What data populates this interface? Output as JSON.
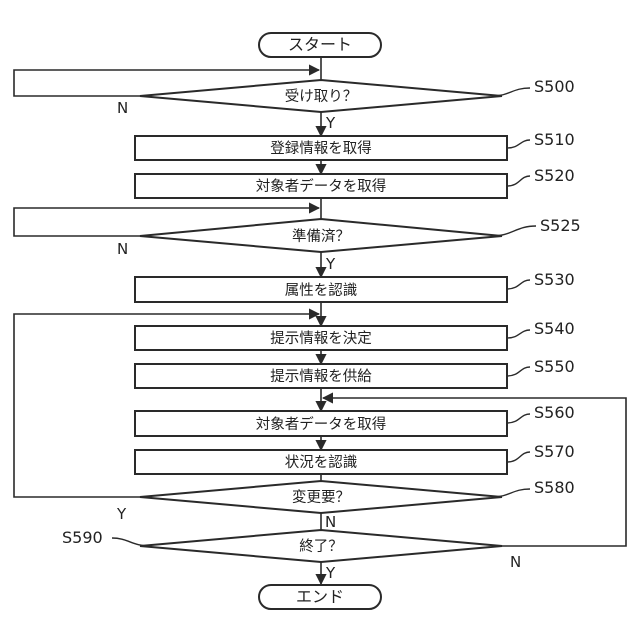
{
  "start": "スタート",
  "end": "エンド",
  "steps": {
    "s500": {
      "ref": "S500",
      "label": "受け取り？",
      "yes": "Y",
      "no": "N"
    },
    "s510": {
      "ref": "S510",
      "label": "登録情報を取得"
    },
    "s520": {
      "ref": "S520",
      "label": "対象者データを取得"
    },
    "s525": {
      "ref": "S525",
      "label": "準備済？",
      "yes": "Y",
      "no": "N"
    },
    "s530": {
      "ref": "S530",
      "label": "属性を認識"
    },
    "s540": {
      "ref": "S540",
      "label": "提示情報を決定"
    },
    "s550": {
      "ref": "S550",
      "label": "提示情報を供給"
    },
    "s560": {
      "ref": "S560",
      "label": "対象者データを取得"
    },
    "s570": {
      "ref": "S570",
      "label": "状況を認識"
    },
    "s580": {
      "ref": "S580",
      "label": "変更要？",
      "yes": "Y",
      "no": "N"
    },
    "s590": {
      "ref": "S590",
      "label": "終了？",
      "yes": "Y",
      "no": "N"
    }
  }
}
